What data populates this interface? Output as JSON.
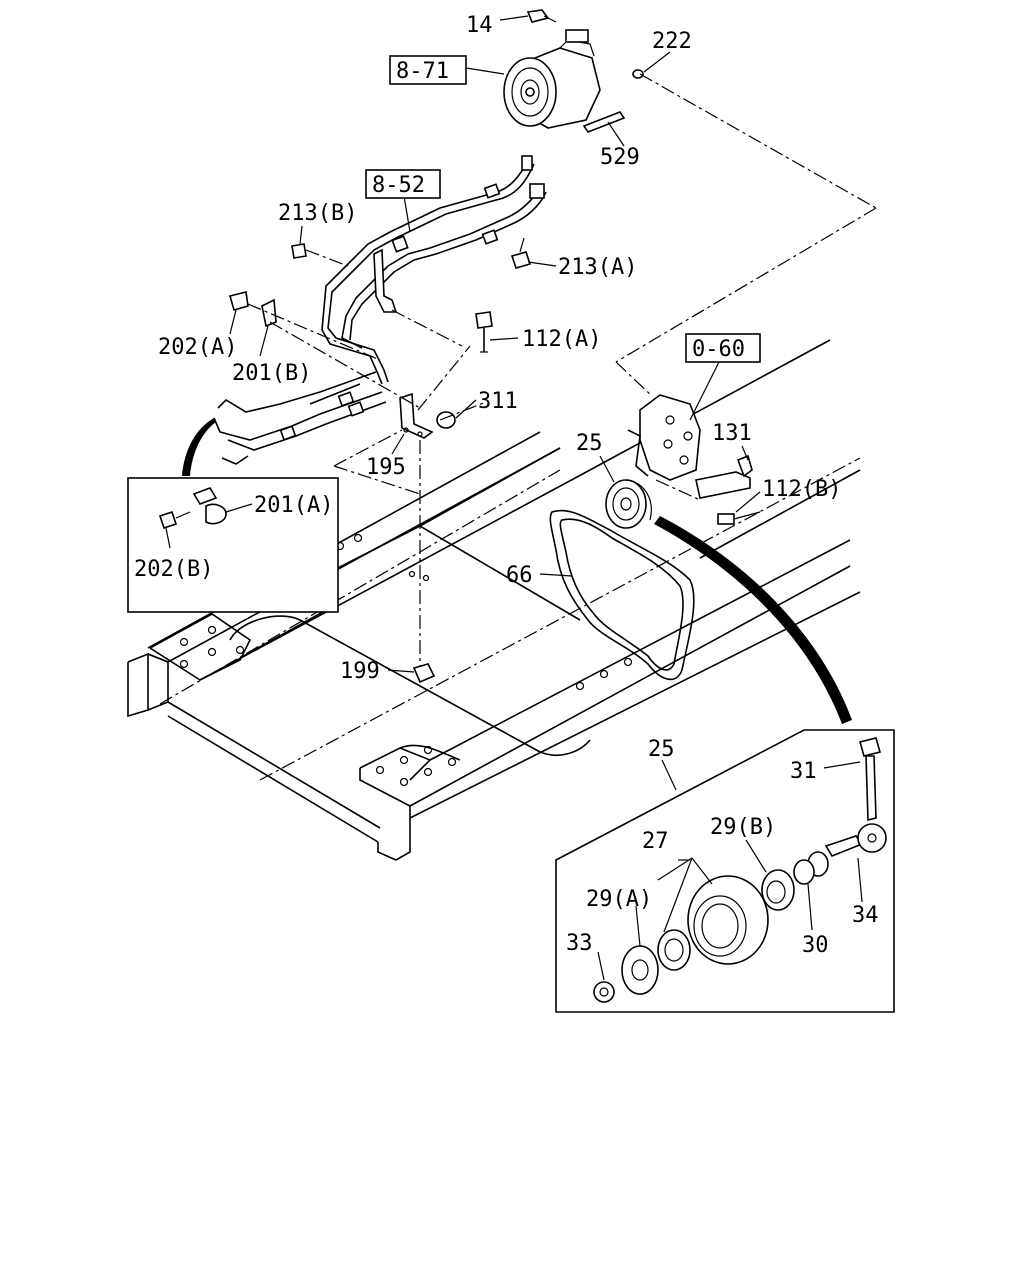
{
  "callouts": {
    "c14": "14",
    "c222": "222",
    "c871": "8-71",
    "c529": "529",
    "c852": "8-52",
    "c213b": "213(B)",
    "c213a": "213(A)",
    "c202a": "202(A)",
    "c201b": "201(B)",
    "c112a": "112(A)",
    "c311": "311",
    "c060": "0-60",
    "c25": "25",
    "c131": "131",
    "c112b": "112(B)",
    "c195": "195",
    "c201a": "201(A)",
    "c202b": "202(B)",
    "c66": "66",
    "c199": "199",
    "c25b": "25",
    "c31": "31",
    "c27": "27",
    "c29b": "29(B)",
    "c29a": "29(A)",
    "c34": "34",
    "c33": "33",
    "c30": "30"
  }
}
